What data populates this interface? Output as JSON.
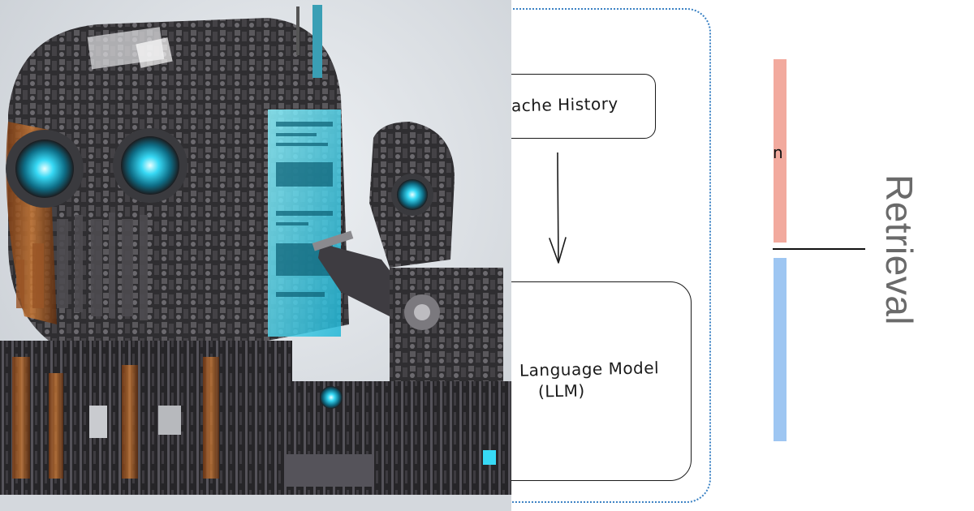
{
  "illustration": {
    "subject": "robot-figures-illustration",
    "colors": {
      "background": "#dfe3e8",
      "metal_dark": "#2b2a2c",
      "metal_mid": "#5a585c",
      "copper": "#b8652a",
      "glow_cyan": "#37d9f5"
    }
  },
  "diagram": {
    "cache_box_label": "ache History",
    "llm_box_label": "Language Model",
    "llm_box_sublabel": "(LLM)",
    "red_bar_label": "n",
    "side_label": "Retrieval",
    "colors": {
      "frame_dots": "#3b82c4",
      "red_bar": "#f2aa9e",
      "blue_bar": "#9ec6f2",
      "line": "#111111",
      "side_label": "#6a6a6a"
    }
  }
}
